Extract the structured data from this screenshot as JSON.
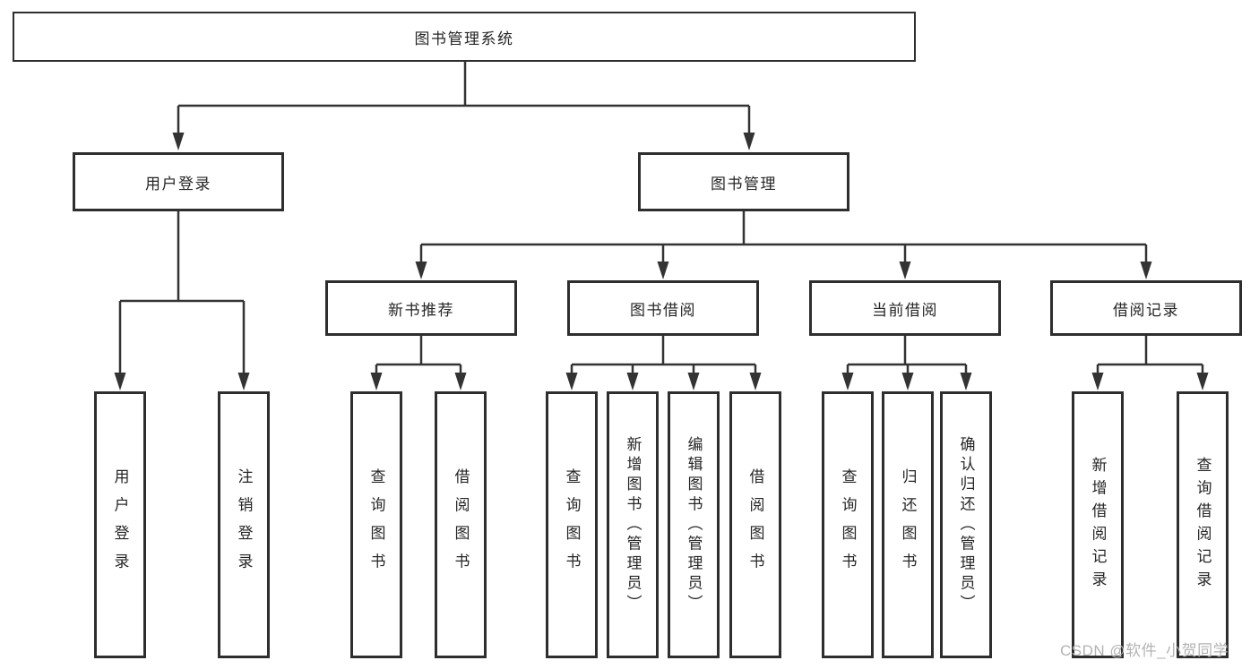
{
  "diagram_title": "图书管理系统",
  "tree": {
    "label": "图书管理系统",
    "children": [
      {
        "label": "用户登录",
        "children": [
          {
            "label": "用户登录"
          },
          {
            "label": "注销登录"
          }
        ]
      },
      {
        "label": "图书管理",
        "children": [
          {
            "label": "新书推荐",
            "children": [
              {
                "label": "查询图书"
              },
              {
                "label": "借阅图书"
              }
            ]
          },
          {
            "label": "图书借阅",
            "children": [
              {
                "label": "查询图书"
              },
              {
                "label": "新增图书（管理员）"
              },
              {
                "label": "编辑图书（管理员）"
              },
              {
                "label": "借阅图书"
              }
            ]
          },
          {
            "label": "当前借阅",
            "children": [
              {
                "label": "查询图书"
              },
              {
                "label": "归还图书"
              },
              {
                "label": "确认归还（管理员）"
              }
            ]
          },
          {
            "label": "借阅记录",
            "children": [
              {
                "label": "新增借阅记录"
              },
              {
                "label": "查询借阅记录"
              }
            ]
          }
        ]
      }
    ]
  },
  "watermark": {
    "text": "CSDN @软件_小贺同学"
  },
  "colors": {
    "line": "#333333",
    "border": "#2e2e2e",
    "text": "#262626",
    "background": "#ffffff",
    "watermark": "#b3b3b3"
  }
}
